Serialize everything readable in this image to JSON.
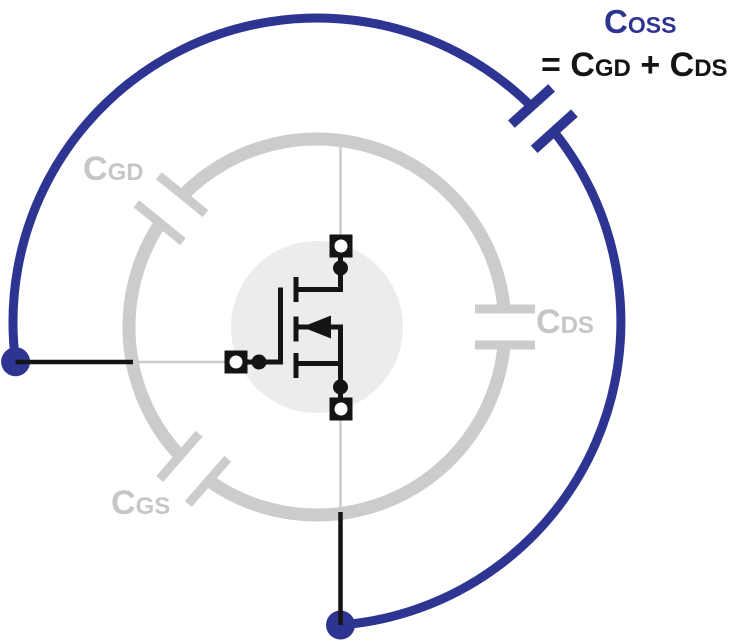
{
  "diagram": {
    "title_labels": {
      "coss": {
        "main": "C",
        "sub": "OSS"
      },
      "equation": {
        "equals": "= ",
        "c1": "C",
        "c1_sub": "GD",
        "plus": " + ",
        "c2": "C",
        "c2_sub": "DS"
      }
    },
    "capacitor_labels": {
      "cgd": {
        "main": "C",
        "sub": "GD"
      },
      "cds": {
        "main": "C",
        "sub": "DS"
      },
      "cgs": {
        "main": "C",
        "sub": "GS"
      }
    },
    "colors": {
      "coss-blue": "#2e3492",
      "inner-gray": "#cccccc",
      "label-gray": "#c6c6c6",
      "disc-gray": "#ececec",
      "wire-black": "#141414"
    }
  }
}
